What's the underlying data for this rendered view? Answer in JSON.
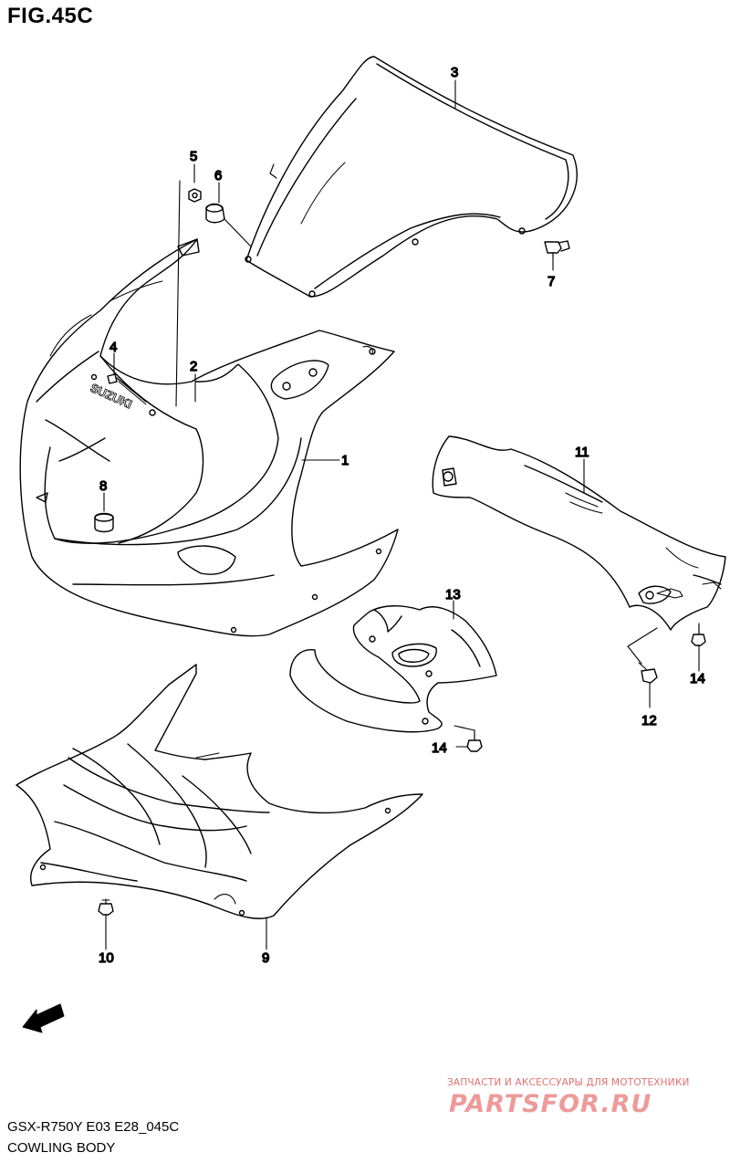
{
  "figure": {
    "title": "FIG.45C",
    "model_code": "GSX-R750Y E03 E28_045C",
    "section_name": "COWLING BODY"
  },
  "callouts": {
    "c1": "1",
    "c2": "2",
    "c3": "3",
    "c4": "4",
    "c5": "5",
    "c6": "6",
    "c7": "7",
    "c8": "8",
    "c9": "9",
    "c10": "10",
    "c11": "11",
    "c12": "12",
    "c13": "13",
    "c14a": "14",
    "c14b": "14"
  },
  "labels": {
    "brand_logo": "SUZUKI",
    "fwd_arrow": "FWD"
  },
  "watermark": {
    "tagline": "ЗАПЧАСТИ И АКСЕССУАРЫ ДЛЯ МОТОТЕХНИКИ",
    "logo": "PARTSFOR.RU"
  },
  "colors": {
    "line": "#000000",
    "background": "#ffffff",
    "watermark": "#ee9a9a"
  }
}
